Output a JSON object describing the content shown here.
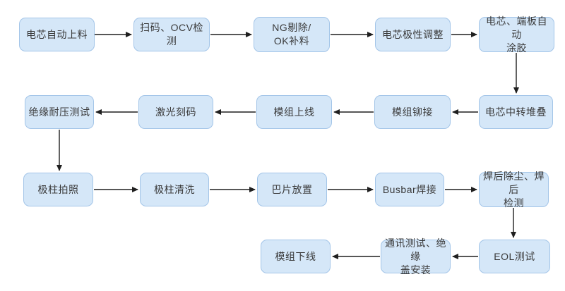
{
  "diagram": {
    "type": "flowchart",
    "nodes": [
      {
        "id": 1,
        "label": "电芯自动上料"
      },
      {
        "id": 2,
        "label": "扫码、OCV检测"
      },
      {
        "id": 3,
        "label": "NG剔除/\nOK补料"
      },
      {
        "id": 4,
        "label": "电芯极性调整"
      },
      {
        "id": 5,
        "label": "电芯、端板自动\n涂胶"
      },
      {
        "id": 6,
        "label": "电芯中转堆叠"
      },
      {
        "id": 7,
        "label": "模组铆接"
      },
      {
        "id": 8,
        "label": "模组上线"
      },
      {
        "id": 9,
        "label": "激光刻码"
      },
      {
        "id": 10,
        "label": "绝缘耐压测试"
      },
      {
        "id": 11,
        "label": "极柱拍照"
      },
      {
        "id": 12,
        "label": "极柱清洗"
      },
      {
        "id": 13,
        "label": "巴片放置"
      },
      {
        "id": 14,
        "label": "Busbar焊接"
      },
      {
        "id": 15,
        "label": "焊后除尘、焊后\n检测"
      },
      {
        "id": 16,
        "label": "EOL测试"
      },
      {
        "id": 17,
        "label": "通讯测试、绝缘\n盖安装"
      },
      {
        "id": 18,
        "label": "模组下线"
      }
    ],
    "edges": [
      {
        "from": 1,
        "to": 2
      },
      {
        "from": 2,
        "to": 3
      },
      {
        "from": 3,
        "to": 4
      },
      {
        "from": 4,
        "to": 5
      },
      {
        "from": 5,
        "to": 6
      },
      {
        "from": 6,
        "to": 7
      },
      {
        "from": 7,
        "to": 8
      },
      {
        "from": 8,
        "to": 9
      },
      {
        "from": 9,
        "to": 10
      },
      {
        "from": 10,
        "to": 11
      },
      {
        "from": 11,
        "to": 12
      },
      {
        "from": 12,
        "to": 13
      },
      {
        "from": 13,
        "to": 14
      },
      {
        "from": 14,
        "to": 15
      },
      {
        "from": 15,
        "to": 16
      },
      {
        "from": 16,
        "to": 17
      },
      {
        "from": 17,
        "to": 18
      }
    ],
    "colors": {
      "node_fill": "#d5e7f8",
      "node_border": "#a3c5e8",
      "node_text": "#3a3a3a",
      "arrow": "#1f1f1f",
      "background": "#ffffff"
    }
  }
}
